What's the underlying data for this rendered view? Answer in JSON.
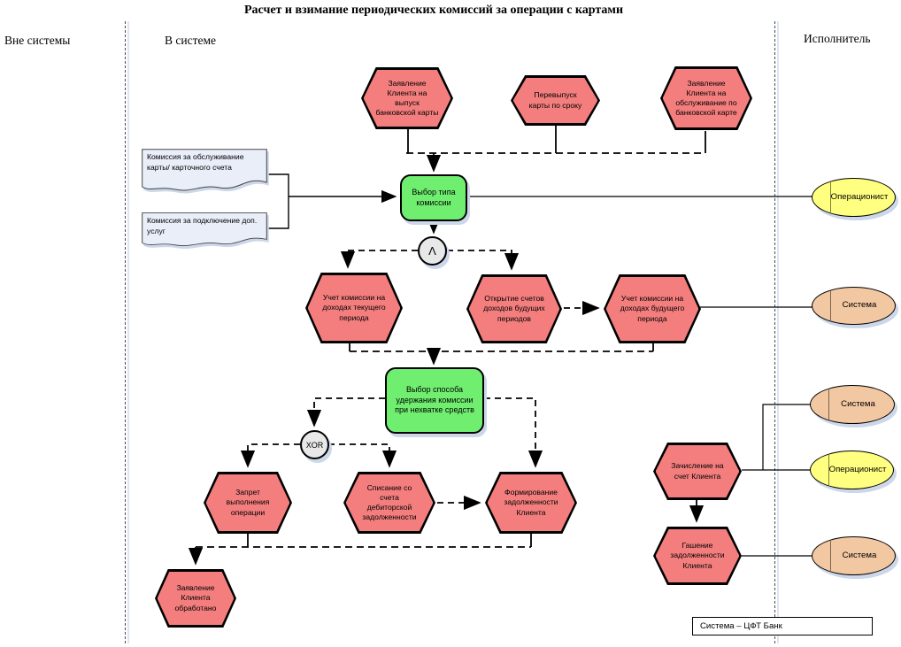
{
  "title": "Расчет и взимание периодических комиссий за операции с картами",
  "lanes": {
    "outside": "Вне системы",
    "inside": "В системе",
    "executor": "Исполнитель"
  },
  "events": {
    "request_issue": "Заявление Клиента на выпуск банковской карты",
    "reissue": "Перевыпуск карты по сроку",
    "request_service": "Заявление Клиента на обслуживание по банковской карте",
    "fee_current": "Учет комиссии на доходах текущего периода",
    "open_accounts": "Открытие счетов доходов будущих периодов",
    "fee_future": "Учет комиссии на доходах будущего периода",
    "forbid_operation": "Запрет выполнения операции",
    "writeoff_receivable": "Списание со счета дебиторской задолженности",
    "debt_formation": "Формирование задолженности Клиента",
    "request_processed": "Заявление Клиента обработано",
    "credit_account": "Зачисление на счет Клиента",
    "debt_repayment": "Гашение задолженности Клиента"
  },
  "functions": {
    "select_type": "Выбор типа комиссии",
    "select_method": "Выбор способа удержания комиссии при нехватке средств"
  },
  "documents": {
    "card_fee": "Комиссия за обслуживание карты/ карточного счета",
    "addon_fee": "Комиссия за подключение доп. услуг"
  },
  "connectors": {
    "and": "Λ",
    "xor": "XOR"
  },
  "roles": {
    "operator": "Операционист",
    "system": "Система"
  },
  "legend": "Система – ЦФТ Банк",
  "colors": {
    "event": "#f47e7e",
    "function": "#70ee70",
    "operator_role": "#ffff80",
    "system_role": "#f2c8a2",
    "document": "#e9eef9",
    "connector": "#e8e8e8",
    "shadow": "#ccd7ea"
  }
}
